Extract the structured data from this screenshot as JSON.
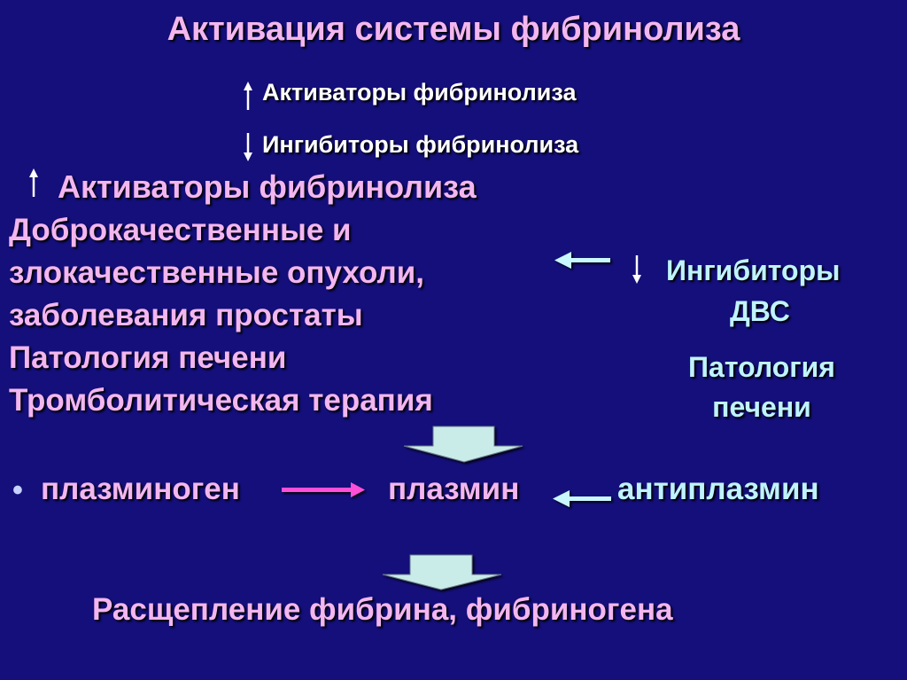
{
  "title": "Активация системы фибринолиза",
  "legend": {
    "up_text": "Активаторы фибринолиза",
    "down_text": "Ингибиторы фибринолиза"
  },
  "activators": {
    "heading": "Активаторы фибринолиза",
    "causes": [
      "Доброкачественные и",
      "злокачественные опухоли,",
      "заболевания простаты",
      "Патология печени",
      "Тромболитическая терапия"
    ]
  },
  "inhibitors": {
    "title_line1": "Ингибиторы",
    "title_line2": "ДВС",
    "cause_line1": "Патология",
    "cause_line2": "печени"
  },
  "chain": {
    "bullet": "•",
    "plasminogen": "плазминоген",
    "plasmin": "плазмин",
    "antiplasmin": "антиплазмин"
  },
  "result": "Расщепление фибрина, фибриногена",
  "colors": {
    "background": "#140f7a",
    "pink_text": "#f3b6ee",
    "white_text": "#ffffff",
    "cyan_text": "#bff3ff",
    "block_arrow": "#c9ece8"
  }
}
